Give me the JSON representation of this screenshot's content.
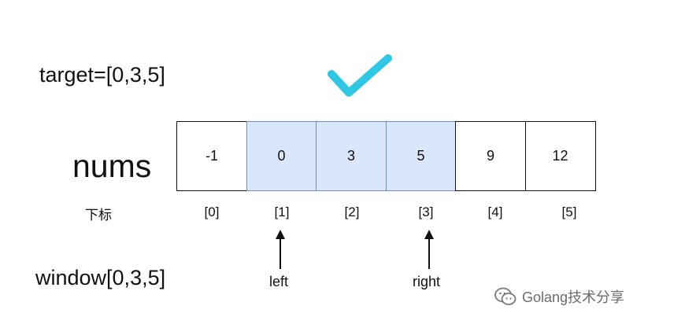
{
  "target_label": "target=[0,3,5]",
  "nums_label": "nums",
  "window_label": "window[0,3,5]",
  "index_title": "下标",
  "cells": [
    {
      "value": "-1",
      "index": "[0]",
      "highlighted": false
    },
    {
      "value": "0",
      "index": "[1]",
      "highlighted": true
    },
    {
      "value": "3",
      "index": "[2]",
      "highlighted": true
    },
    {
      "value": "5",
      "index": "[3]",
      "highlighted": true
    },
    {
      "value": "9",
      "index": "[4]",
      "highlighted": false
    },
    {
      "value": "12",
      "index": "[5]",
      "highlighted": false
    }
  ],
  "pointers": {
    "left": "left",
    "right": "right"
  },
  "watermark": "Golang技术分享",
  "colors": {
    "check": "#2ec7e4",
    "highlight": "#dae6fb",
    "highlight_border": "#6f8fbf"
  },
  "icons": {
    "check": "checkmark-icon",
    "watermark": "wechat-icon"
  }
}
